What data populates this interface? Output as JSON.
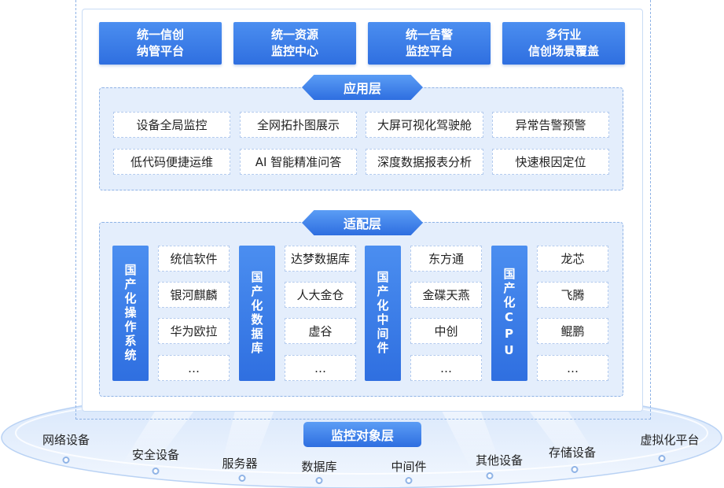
{
  "top_blocks": [
    {
      "line1": "统一信创",
      "line2": "纳管平台"
    },
    {
      "line1": "统一资源",
      "line2": "监控中心"
    },
    {
      "line1": "统一告警",
      "line2": "监控平台"
    },
    {
      "line1": "多行业",
      "line2": "信创场景覆盖"
    }
  ],
  "application_layer": {
    "title": "应用层",
    "items": [
      "设备全局监控",
      "全网拓扑图展示",
      "大屏可视化驾驶舱",
      "异常告警预警",
      "低代码便捷运维",
      "AI 智能精准问答",
      "深度数据报表分析",
      "快速根因定位"
    ]
  },
  "adaptation_layer": {
    "title": "适配层",
    "groups": [
      {
        "category": "国产化操作系统",
        "items": [
          "统信软件",
          "银河麒麟",
          "华为欧拉",
          "…"
        ]
      },
      {
        "category": "国产化数据库",
        "items": [
          "达梦数据库",
          "人大金仓",
          "虚谷",
          "…"
        ]
      },
      {
        "category": "国产化中间件",
        "items": [
          "东方通",
          "金碟天燕",
          "中创",
          "…"
        ]
      },
      {
        "category": "国产化CPU",
        "items": [
          "龙芯",
          "飞腾",
          "鲲鹏",
          "…"
        ]
      }
    ]
  },
  "monitor_layer": {
    "title": "监控对象层",
    "objects": [
      "网络设备",
      "安全设备",
      "服务器",
      "数据库",
      "中间件",
      "其他设备",
      "存储设备",
      "虚拟化平台"
    ]
  },
  "colors": {
    "primary": "#2f6fe0",
    "panel": "#e4eefc",
    "border": "#8fb3e6"
  }
}
